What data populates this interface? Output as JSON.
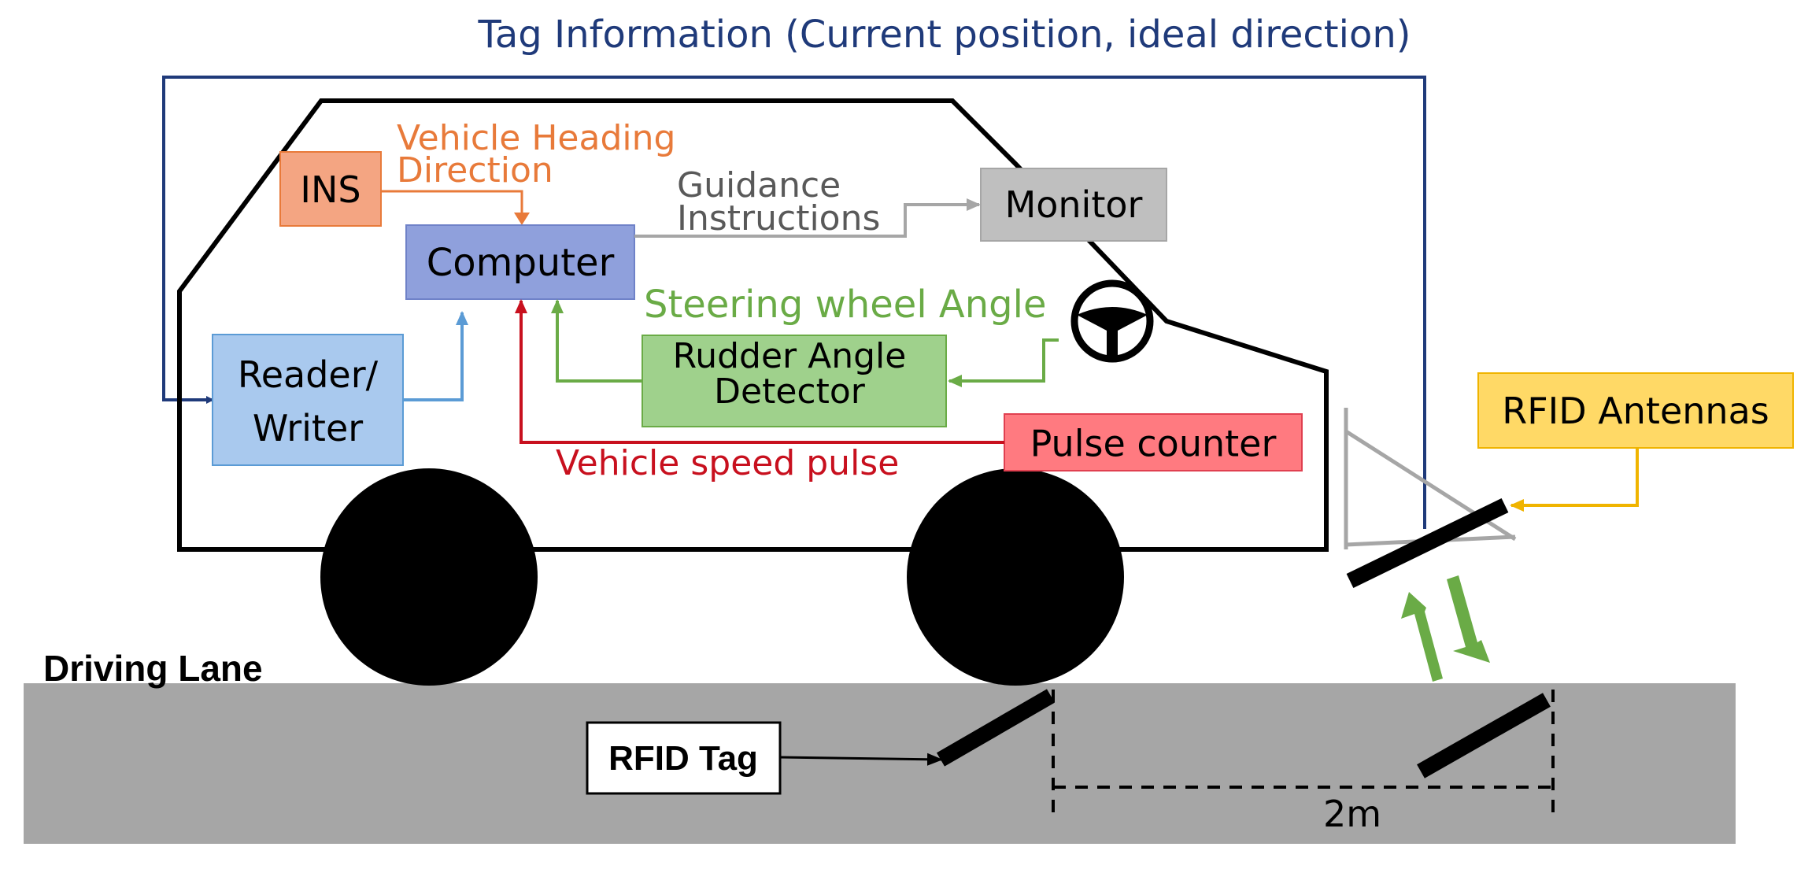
{
  "title": "Tag Information (Current position, ideal direction)",
  "labels": {
    "heading_line1": "Vehicle Heading",
    "heading_line2": "Direction",
    "guidance_line1": "Guidance",
    "guidance_line2": "Instructions",
    "steering": "Steering wheel Angle",
    "speed_pulse": "Vehicle speed pulse",
    "driving_lane": "Driving Lane",
    "distance": "2m"
  },
  "boxes": {
    "ins": "INS",
    "computer": "Computer",
    "monitor": "Monitor",
    "reader_line1": "Reader/",
    "reader_line2": "Writer",
    "rudder_line1": "Rudder Angle",
    "rudder_line2": "Detector",
    "pulse": "Pulse counter",
    "antennas": "RFID Antennas",
    "tag": "RFID Tag"
  },
  "colors": {
    "tag_info": "#1f3a7a",
    "ins": "#e87a3a",
    "guidance": "#9a9a9a",
    "steering": "#6aab46",
    "speed": "#c8101e",
    "reader": "#5b9bd5",
    "antenna": "#f0b400",
    "road": "#a6a6a6"
  }
}
